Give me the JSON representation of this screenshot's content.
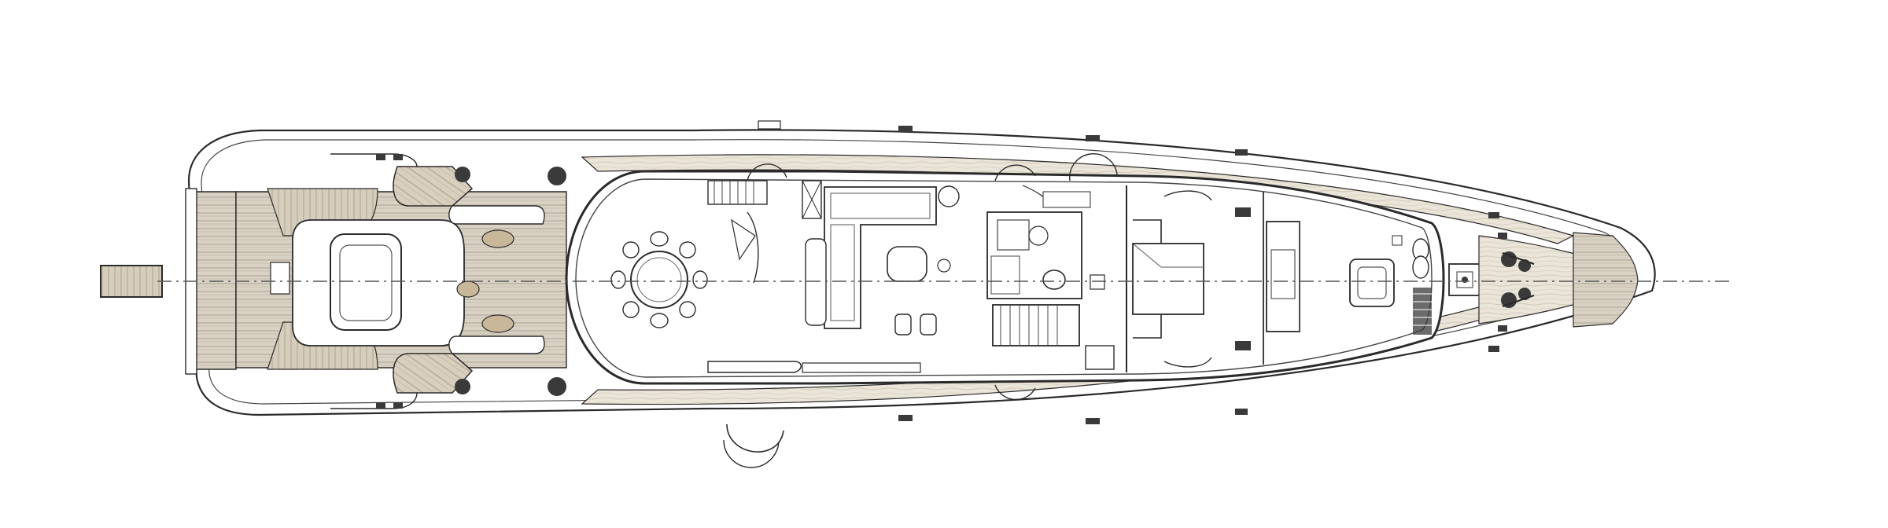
{
  "drawing": {
    "view": "main-deck-plan",
    "orientation": "bow-right",
    "colors": {
      "line": "#2a2a2a",
      "teak": "#d9d1c3",
      "teak_stripe": "#b9b0a0",
      "deck_wood": "#e6dfd2",
      "wood_grain": "#cfc6b4",
      "hull_fill": "#ffffff",
      "centerline": "#555555",
      "dark_fixture": "#3a3a3a",
      "cushion": "#c9b79a"
    },
    "areas": [
      "swim-platform",
      "aft-deck",
      "aft-sofas",
      "side-decks",
      "dining-saloon",
      "main-saloon",
      "galley",
      "stairwell",
      "owner-cabin",
      "owner-bath",
      "foredeck",
      "anchor-windlass"
    ]
  }
}
